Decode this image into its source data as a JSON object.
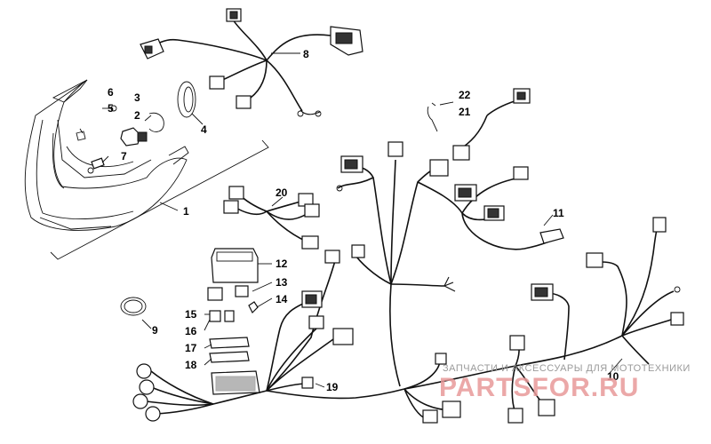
{
  "callouts": [
    "1",
    "2",
    "3",
    "4",
    "5",
    "6",
    "7",
    "8",
    "9",
    "10",
    "11",
    "12",
    "13",
    "14",
    "15",
    "16",
    "17",
    "18",
    "19",
    "20",
    "21",
    "22"
  ],
  "watermark": {
    "caption": "ЗАПЧАСТИ И АКСЕССУАРЫ ДЛЯ МОТОТЕХНИКИ",
    "brand": "PARTSFOR.RU",
    "color": "#e07070"
  }
}
